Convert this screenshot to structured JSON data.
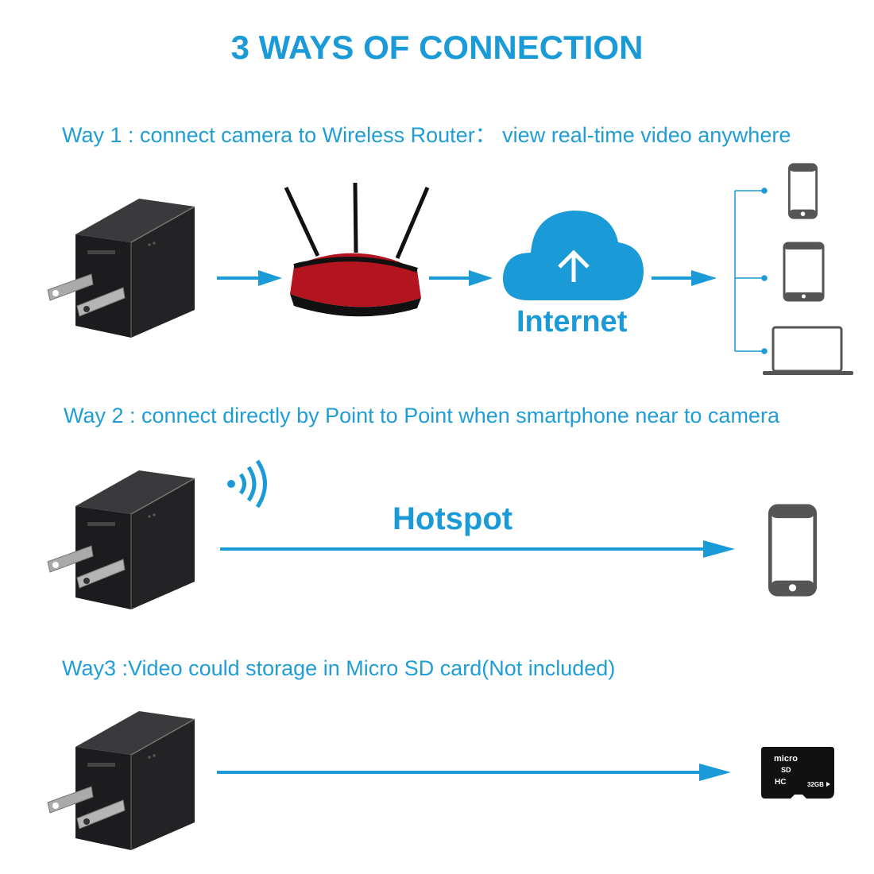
{
  "title": "3 WAYS OF CONNECTION",
  "colors": {
    "accent": "#1a9ad6",
    "device": "#555555",
    "charger": "#1c1c1e",
    "router_red": "#b3141f"
  },
  "way1": {
    "text": "Way 1 : connect camera to Wireless Router： view real-time video anywhere",
    "cloud_label": "Internet",
    "icons": [
      "charger-camera",
      "router",
      "cloud-upload-icon",
      "smartphone-icon",
      "tablet-icon",
      "laptop-icon"
    ]
  },
  "way2": {
    "text": "Way 2 : connect directly by Point to Point when smartphone near to camera",
    "link_label": "Hotspot",
    "icons": [
      "charger-camera",
      "wifi-signal-icon",
      "smartphone-icon"
    ]
  },
  "way3": {
    "text": "Way3 :Video could storage in Micro SD card(Not included)",
    "sd_card": {
      "brand_top": "micro",
      "brand_mid": "SD",
      "brand_bottom": "HC",
      "capacity": "32GB"
    },
    "icons": [
      "charger-camera",
      "micro-sd-card"
    ]
  }
}
